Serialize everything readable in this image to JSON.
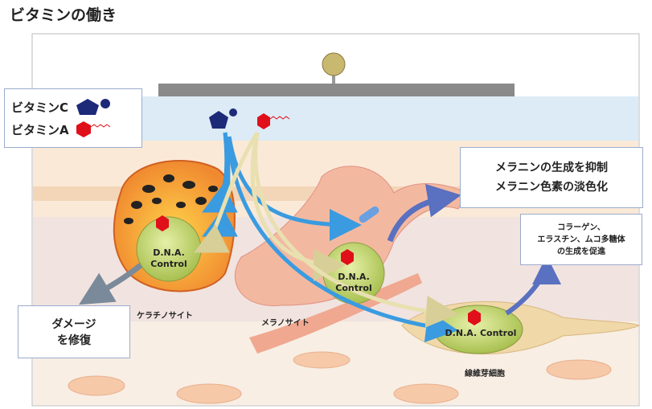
{
  "title": "ビタミンの働き",
  "legend": {
    "vitamin_c": "ビタミンC",
    "vitamin_a": "ビタミンA"
  },
  "boxes": {
    "damage": [
      "ダメージ",
      "を修復"
    ],
    "melanin": [
      "メラニンの生成を抑制",
      "メラニン色素の淡色化"
    ],
    "collagen": [
      "コラーゲン、",
      "エラスチン、ムコ多糖体",
      "の生成を促進"
    ]
  },
  "cells": {
    "keratinocyte": "ケラチノサイト",
    "melanocyte": "メラノサイト",
    "fibroblast": "線維芽細胞"
  },
  "dna": {
    "line1": "D.N.A.",
    "line2": "Control",
    "full": "D.N.A. Control"
  },
  "colors": {
    "vitamin_c": "#1c2a78",
    "vitamin_a": "#e0101a",
    "arrow_blue": "#3a9be0",
    "arrow_cream": "#e8e0b0",
    "nucleus": "#c8dc7a"
  }
}
